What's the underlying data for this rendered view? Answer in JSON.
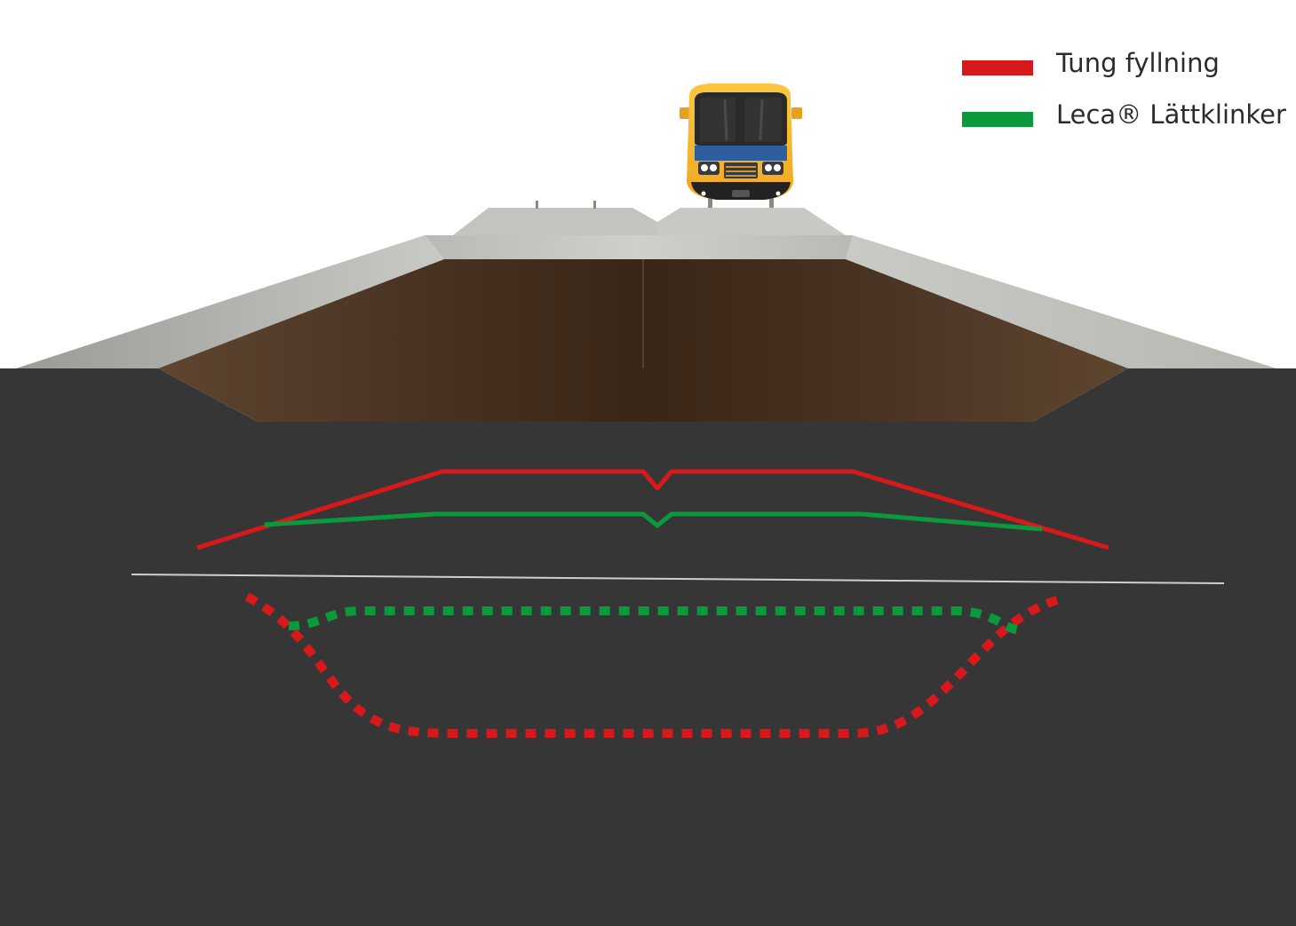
{
  "legend": {
    "items": [
      {
        "label": "Tung fyllning",
        "color": "#d7191c",
        "key": "red"
      },
      {
        "label": "Leca® Lättklinker",
        "color": "#0a9a3d",
        "key": "green"
      }
    ]
  },
  "colors": {
    "ground": "#363636",
    "embankment_surface": "#c4c5c0",
    "fill_material": "#3e2a1b",
    "train_body": "#f7b731",
    "heavy_fill": "#d7191c",
    "lightweight_fill": "#0a9a3d"
  },
  "icons": {
    "vehicle": "train-icon"
  }
}
